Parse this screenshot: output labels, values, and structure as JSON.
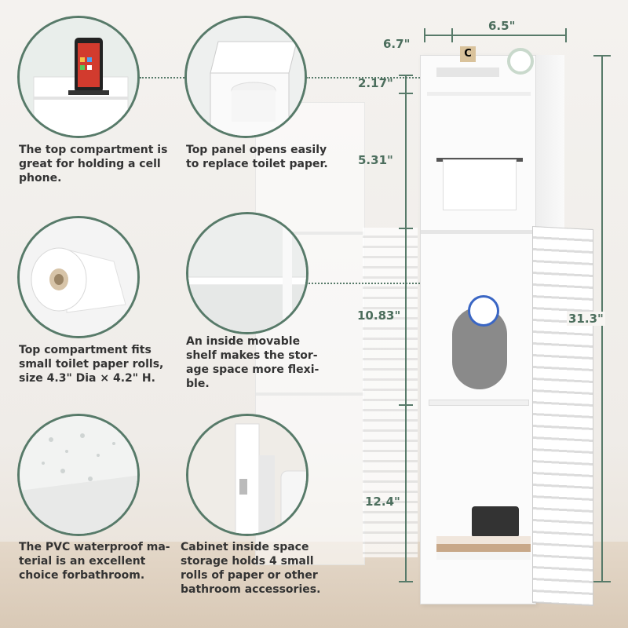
{
  "captions": {
    "c1": [
      "The top compartment is",
      "great for holding a cell",
      "phone."
    ],
    "c2": [
      "Top panel opens easily",
      "to replace toilet paper."
    ],
    "c3": [
      "Top compartment fits",
      "small toilet paper rolls,",
      "size 4.3\" Dia × 4.2\" H."
    ],
    "c4": [
      "An inside movable",
      "shelf makes the stor-",
      "age space more flexi-",
      "ble."
    ],
    "c5": [
      "The PVC waterproof ma-",
      "terial is an excellent",
      "choice forbathroom."
    ],
    "c6": [
      "Cabinet inside space",
      "storage holds 4 small",
      "rolls of paper or other",
      "bathroom accessories."
    ]
  },
  "dimensions": {
    "depth": "6.7\"",
    "width": "6.5\"",
    "top_gap": "2.17\"",
    "top_compartment": "5.31\"",
    "middle": "10.83\"",
    "bottom": "12.4\"",
    "height": "31.3\""
  },
  "blocks": {
    "letter_c": "C"
  },
  "colors": {
    "accent": "#577a69",
    "text": "#333333"
  }
}
